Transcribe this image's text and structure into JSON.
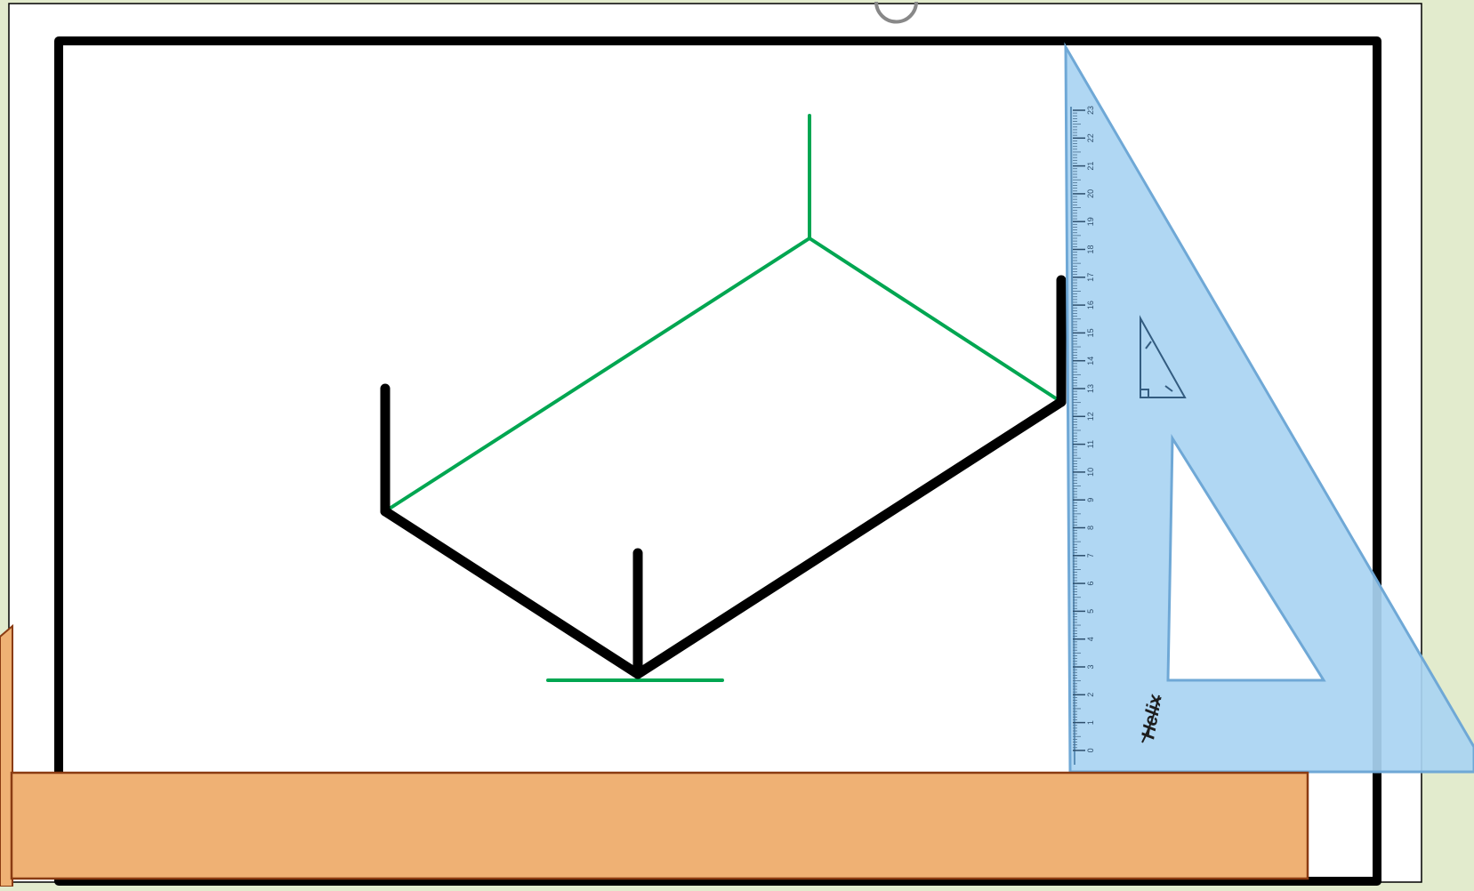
{
  "colors": {
    "background": "#e2ebcd",
    "paper": "#ffffff",
    "border": "#000000",
    "construction_line": "#00a651",
    "object_line": "#000000",
    "set_square_fill": "#a9d4f2",
    "set_square_edge": "#6fa8d6",
    "t_square_fill": "#efb174",
    "t_square_edge": "#8a3b12"
  },
  "set_square": {
    "brand": "Helix",
    "scale_labels": [
      "23",
      "22",
      "21",
      "20",
      "19",
      "18",
      "17",
      "16",
      "15",
      "14",
      "13",
      "12",
      "11",
      "10",
      "9",
      "8",
      "7",
      "6",
      "5",
      "4",
      "3",
      "2",
      "1",
      "0"
    ]
  }
}
